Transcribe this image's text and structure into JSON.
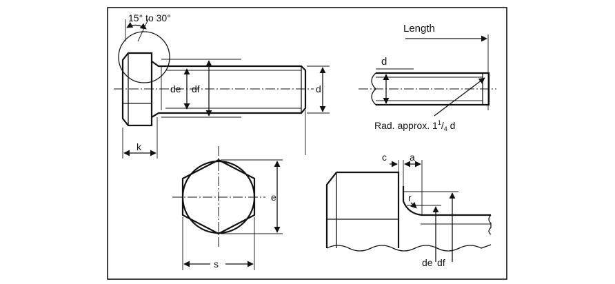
{
  "diagram": {
    "labels": {
      "angle": "15° to 30°",
      "length": "Length",
      "d_top": "d",
      "de_left": "de",
      "df_left": "df",
      "d_right": "d",
      "k": "k",
      "rad_prefix": "Rad. approx. 1",
      "rad_sup": "1",
      "rad_slash": "/",
      "rad_sub": "4",
      "rad_suffix": " d",
      "e": "e",
      "s": "s",
      "c": "c",
      "a": "a",
      "r": "r",
      "de_bottom": "de",
      "df_bottom": "df"
    },
    "colors": {
      "line": "#111111",
      "background": "#ffffff",
      "frame": "#000000"
    }
  }
}
